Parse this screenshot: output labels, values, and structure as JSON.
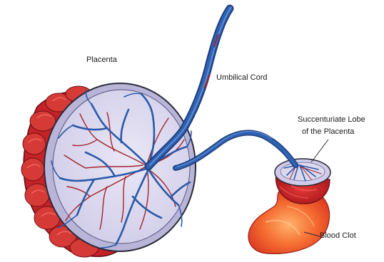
{
  "diagram": {
    "labels": {
      "placenta": "Placenta",
      "umbilical_cord": "Umbilical Cord",
      "succenturiate_lobe_line1": "Succenturiate Lobe",
      "succenturiate_lobe_line2": "of the Placenta",
      "blood_clot": "Blood Clot"
    },
    "colors": {
      "vein_blue": "#2a5aa8",
      "artery_red": "#a3232a",
      "tissue_red": "#c42227",
      "clot_orange": "#f0562a",
      "membrane_lavender": "#d9d6ee",
      "outline": "#2b2b3a"
    }
  }
}
